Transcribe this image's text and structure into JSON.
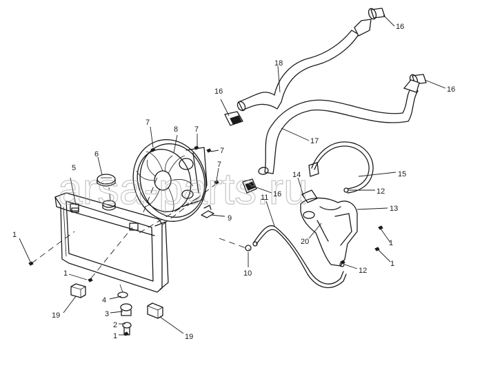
{
  "watermark": "arsa-parts.ru",
  "callouts": {
    "c1a": "1",
    "c1b": "1",
    "c1c": "1",
    "c1d": "1",
    "c1e": "1",
    "c2": "2",
    "c3": "3",
    "c4": "4",
    "c5": "5",
    "c6": "6",
    "c7a": "7",
    "c7b": "7",
    "c7c": "7",
    "c7d": "7",
    "c8": "8",
    "c9": "9",
    "c10": "10",
    "c11": "11",
    "c12a": "12",
    "c12b": "12",
    "c13": "13",
    "c14": "14",
    "c15": "15",
    "c16a": "16",
    "c16b": "16",
    "c16c": "16",
    "c16d": "16",
    "c17": "17",
    "c18": "18",
    "c19a": "19",
    "c19b": "19",
    "c20": "20"
  }
}
